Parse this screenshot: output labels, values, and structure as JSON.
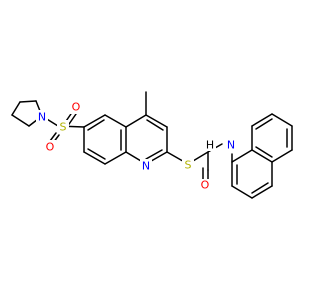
{
  "colors": {
    "bond": "#000000",
    "carbon_label": "#000000",
    "nitrogen": "#0000ff",
    "oxygen": "#ff0000",
    "sulfur": "#b2b200",
    "background": "#ffffff"
  },
  "atoms": {
    "n_pyrrolidine": "N",
    "s_sulfonyl": "S",
    "o_sulfonyl_top": "O",
    "o_sulfonyl_bottom": "O",
    "n_quinoline": "N",
    "s_thioether": "S",
    "o_carbonyl": "O",
    "n_amide": "N",
    "h_amide": "H"
  }
}
